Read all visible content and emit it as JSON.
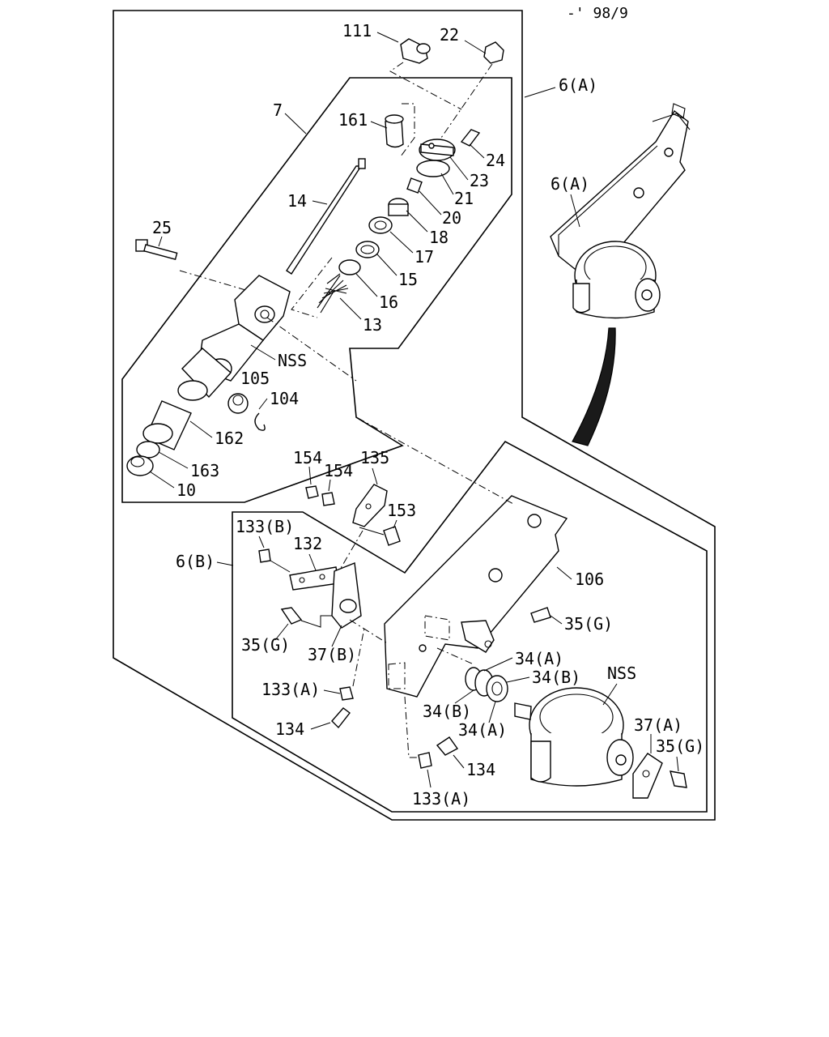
{
  "header": {
    "revision": "-' 98/9"
  },
  "labels": {
    "l111": "111",
    "l22": "22",
    "l7": "7",
    "l161": "161",
    "l24": "24",
    "l23": "23",
    "l14": "14",
    "l21": "21",
    "l20": "20",
    "l18": "18",
    "l17": "17",
    "l25": "25",
    "l15": "15",
    "l16": "16",
    "l13": "13",
    "lNSS1": "NSS",
    "l105": "105",
    "l104": "104",
    "l162": "162",
    "l163": "163",
    "l10": "10",
    "l6A_top": "6(A)",
    "l6A_mid": "6(A)",
    "l154a": "154",
    "l154b": "154",
    "l135": "135",
    "l153": "153",
    "l133B": "133(B)",
    "l132": "132",
    "l6B": "6(B)",
    "l106": "106",
    "l35G_a": "35(G)",
    "l35G_b": "35(G)",
    "l37B": "37(B)",
    "l34A_a": "34(A)",
    "l34B_a": "34(B)",
    "lNSS2": "NSS",
    "l133A_a": "133(A)",
    "l34B_b": "34(B)",
    "l34A_b": "34(A)",
    "l37A": "37(A)",
    "l35G_c": "35(G)",
    "l134a": "134",
    "l134b": "134",
    "l133A_b": "133(A)"
  }
}
